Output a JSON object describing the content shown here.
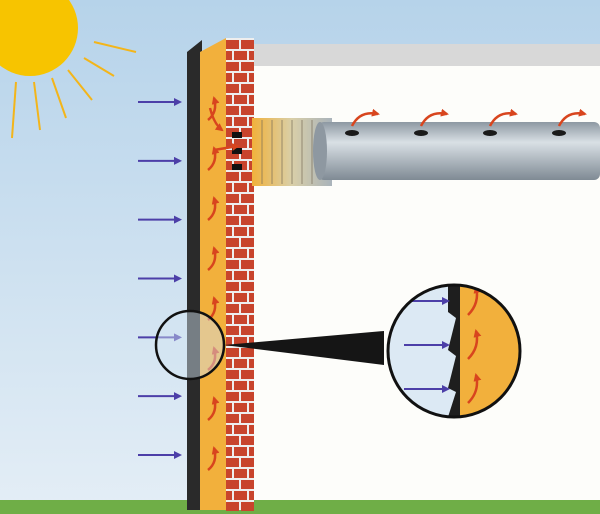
{
  "diagram": {
    "colors": {
      "sky_top": "#b6d3ea",
      "sky_bottom": "#e4eef6",
      "interior": "#fdfdfa",
      "ceiling": "#d8d8d8",
      "ground": "#6fae47",
      "sun": "#f7c400",
      "sun_rays": "#f3b51a",
      "cladding": "#2a2a2a",
      "air_gap": "#f2b03c",
      "brick": "#c8442c",
      "mortar": "#eeeeee",
      "duct": "#a9b3bb",
      "solar_arrow": "#4c3fa8",
      "warm_air_arrow": "#d8451e",
      "callout": "#151515"
    },
    "icons": {
      "sun": "sun-icon",
      "solar_ray": "arrow-right-icon",
      "warm_air": "curved-arrow-icon",
      "vent": "vent-slot-icon",
      "magnifier": "magnifier-circle-icon"
    },
    "solar_arrow_count": 7,
    "air_gap_arrow_count": 8,
    "duct_outlet_count": 4,
    "vent_slot_count": 3,
    "detail_arrow_count": 3
  }
}
